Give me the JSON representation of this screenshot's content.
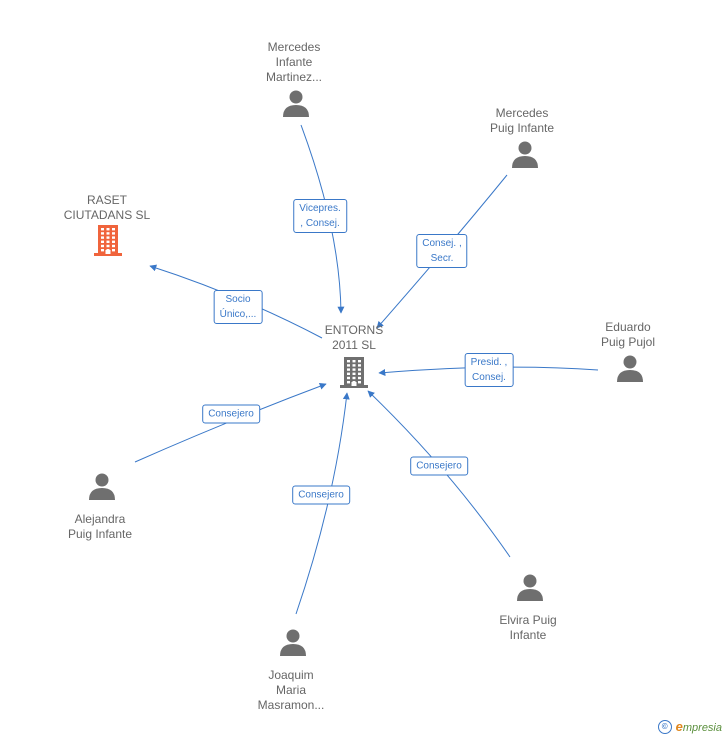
{
  "colors": {
    "edge": "#3a78c8",
    "person": "#6f6f6f",
    "company": "#6f6f6f",
    "highlight_company": "#f0643c"
  },
  "nodes": [
    {
      "id": "center",
      "kind": "company",
      "label": [
        "ENTORNS",
        "2011 SL"
      ],
      "icon": "building-icon"
    },
    {
      "id": "raset",
      "kind": "company-highlight",
      "label": [
        "RASET",
        "CIUTADANS SL"
      ],
      "icon": "building-icon"
    },
    {
      "id": "mercedes-im",
      "kind": "person",
      "label": [
        "Mercedes",
        "Infante",
        "Martinez..."
      ],
      "icon": "person-icon"
    },
    {
      "id": "mercedes-pi",
      "kind": "person",
      "label": [
        "Mercedes",
        "Puig Infante"
      ],
      "icon": "person-icon"
    },
    {
      "id": "eduardo",
      "kind": "person",
      "label": [
        "Eduardo",
        "Puig Pujol"
      ],
      "icon": "person-icon"
    },
    {
      "id": "alejandra",
      "kind": "person",
      "label": [
        "Alejandra",
        "Puig Infante"
      ],
      "icon": "person-icon"
    },
    {
      "id": "joaquim",
      "kind": "person",
      "label": [
        "Joaquim",
        "Maria",
        "Masramon..."
      ],
      "icon": "person-icon"
    },
    {
      "id": "elvira",
      "kind": "person",
      "label": [
        "Elvira Puig",
        "Infante"
      ],
      "icon": "person-icon"
    }
  ],
  "edges": [
    {
      "from": "mercedes-im",
      "to": "center",
      "label": [
        "Vicepres.",
        ", Consej."
      ]
    },
    {
      "from": "mercedes-pi",
      "to": "center",
      "label": [
        "Consej. ,",
        "Secr."
      ]
    },
    {
      "from": "center",
      "to": "raset",
      "label": [
        "Socio",
        "Único,..."
      ]
    },
    {
      "from": "eduardo",
      "to": "center",
      "label": [
        "Presid. ,",
        "Consej."
      ]
    },
    {
      "from": "alejandra",
      "to": "center",
      "label": [
        "Consejero"
      ]
    },
    {
      "from": "joaquim",
      "to": "center",
      "label": [
        "Consejero"
      ]
    },
    {
      "from": "elvira",
      "to": "center",
      "label": [
        "Consejero"
      ]
    }
  ],
  "brand": {
    "copyright": "©",
    "name_initial": "e",
    "name_rest": "mpresia"
  }
}
